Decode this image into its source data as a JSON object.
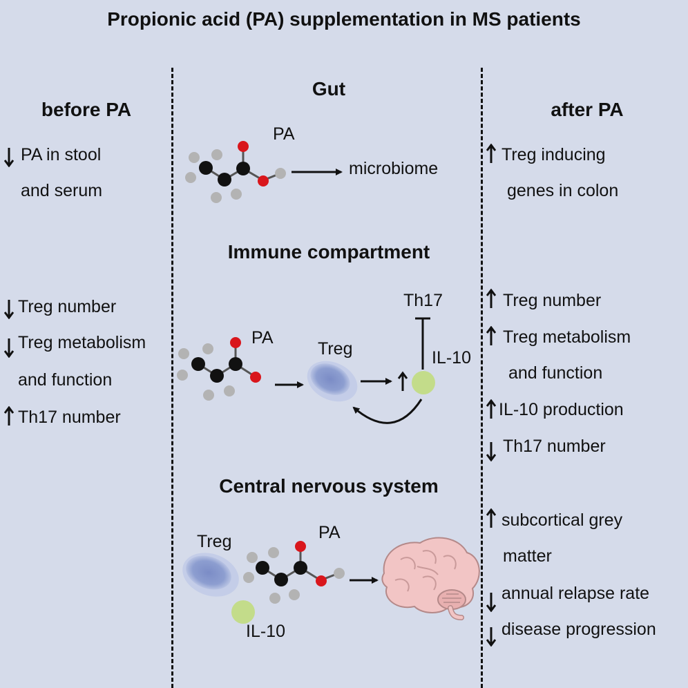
{
  "title": "Propionic acid (PA) supplementation in MS patients",
  "columns": {
    "before": {
      "heading": "before PA",
      "items": [
        {
          "direction": "down",
          "lines": [
            "PA in stool",
            "and serum"
          ]
        },
        {
          "direction": "down",
          "lines": [
            "Treg number"
          ]
        },
        {
          "direction": "down",
          "lines": [
            "Treg metabolism",
            "and function"
          ]
        },
        {
          "direction": "up",
          "lines": [
            "Th17 number"
          ]
        }
      ]
    },
    "after": {
      "heading": "after PA",
      "items": [
        {
          "direction": "up",
          "lines": [
            "Treg inducing",
            "genes in colon"
          ]
        },
        {
          "direction": "up",
          "lines": [
            "Treg number"
          ]
        },
        {
          "direction": "up",
          "lines": [
            "Treg metabolism",
            "and function"
          ]
        },
        {
          "direction": "up",
          "lines": [
            "IL-10 production"
          ]
        },
        {
          "direction": "down",
          "lines": [
            "Th17 number"
          ]
        },
        {
          "direction": "up",
          "lines": [
            "subcortical grey",
            "matter"
          ]
        },
        {
          "direction": "down",
          "lines": [
            "annual relapse rate"
          ]
        },
        {
          "direction": "down",
          "lines": [
            "disease progression"
          ]
        }
      ]
    }
  },
  "sections": {
    "gut": {
      "heading": "Gut",
      "molecule_label": "PA",
      "target_label": "microbiome"
    },
    "immune": {
      "heading": "Immune compartment",
      "molecule_label": "PA",
      "cell_label": "Treg",
      "th17_label": "Th17",
      "il10_label": "IL-10"
    },
    "cns": {
      "heading": "Central nervous system",
      "cell_label": "Treg",
      "molecule_label": "PA",
      "il10_label": "IL-10"
    }
  },
  "colors": {
    "background": "#d5dbea",
    "carbon": "#111111",
    "oxygen": "#d9161c",
    "hydrogen": "#b3b3b3",
    "treg_cell": "#8d9ed0",
    "il10": "#c3dc8a",
    "brain": "#f2c5c5"
  }
}
